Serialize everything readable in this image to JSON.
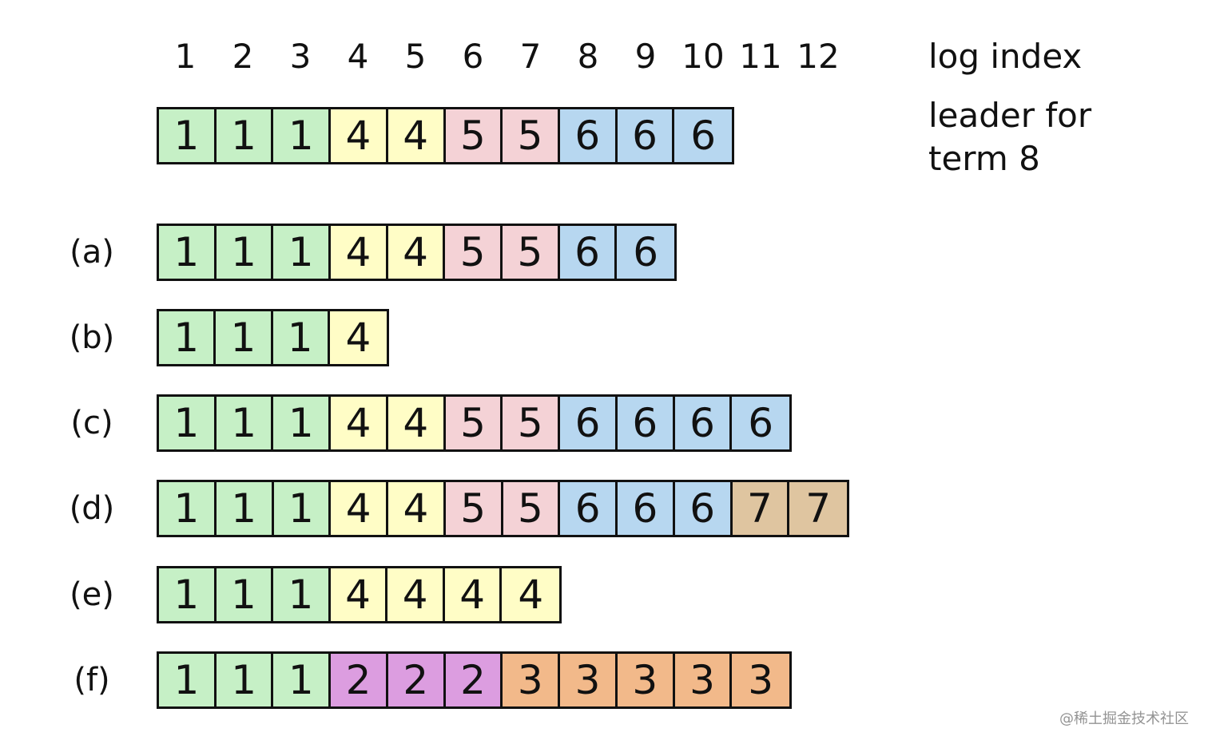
{
  "header": {
    "indices": [
      "1",
      "2",
      "3",
      "4",
      "5",
      "6",
      "7",
      "8",
      "9",
      "10",
      "11",
      "12"
    ],
    "log_index_label": "log index"
  },
  "leader_label": "leader for\nterm 8",
  "term_colors": {
    "1": "#c6f0c6",
    "2": "#dc9de0",
    "3": "#f2b98a",
    "4": "#fffdc6",
    "5": "#f4d2d6",
    "6": "#b7d7f0",
    "7": "#dfc5a0"
  },
  "rows": [
    {
      "label": "",
      "terms": [
        "1",
        "1",
        "1",
        "4",
        "4",
        "5",
        "5",
        "6",
        "6",
        "6"
      ]
    },
    {
      "label": "(a)",
      "terms": [
        "1",
        "1",
        "1",
        "4",
        "4",
        "5",
        "5",
        "6",
        "6"
      ]
    },
    {
      "label": "(b)",
      "terms": [
        "1",
        "1",
        "1",
        "4"
      ]
    },
    {
      "label": "(c)",
      "terms": [
        "1",
        "1",
        "1",
        "4",
        "4",
        "5",
        "5",
        "6",
        "6",
        "6",
        "6"
      ]
    },
    {
      "label": "(d)",
      "terms": [
        "1",
        "1",
        "1",
        "4",
        "4",
        "5",
        "5",
        "6",
        "6",
        "6",
        "7",
        "7"
      ]
    },
    {
      "label": "(e)",
      "terms": [
        "1",
        "1",
        "1",
        "4",
        "4",
        "4",
        "4"
      ]
    },
    {
      "label": "(f)",
      "terms": [
        "1",
        "1",
        "1",
        "2",
        "2",
        "2",
        "3",
        "3",
        "3",
        "3",
        "3"
      ]
    }
  ],
  "watermark": "@稀土掘金技术社区"
}
